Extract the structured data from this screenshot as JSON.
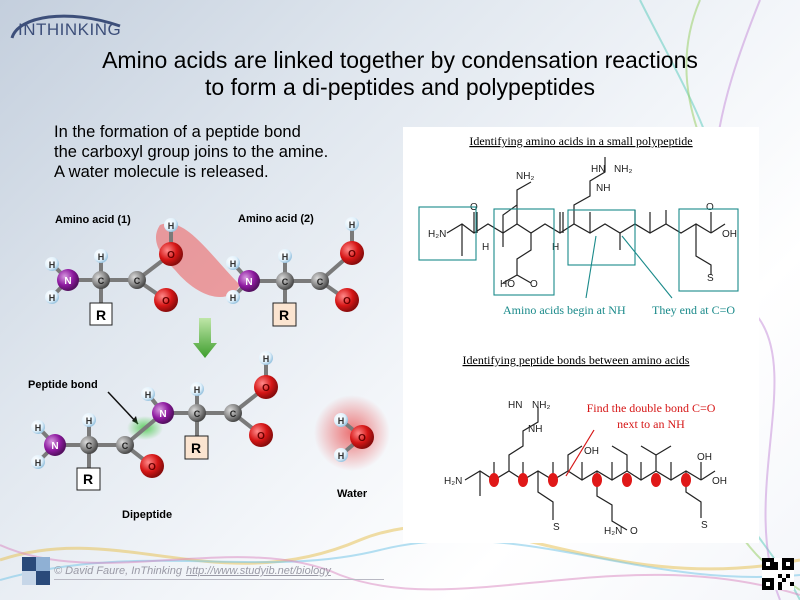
{
  "logo": {
    "text": "INTHINKING"
  },
  "title": {
    "line1": "Amino acids are linked together by condensation reactions",
    "line2": "to form a di-peptides and polypeptides"
  },
  "intro": {
    "line1": "In the formation of a peptide bond",
    "line2": "the carboxyl group joins to the amine.",
    "line3": "A water molecule is released."
  },
  "left_diagram": {
    "amino_acid_1": "Amino acid (1)",
    "amino_acid_2": "Amino acid (2)",
    "peptide_bond": "Peptide bond",
    "dipeptide": "Dipeptide",
    "water": "Water",
    "atom_h": "H",
    "atom_n": "N",
    "atom_c": "C",
    "atom_o": "O",
    "group_r": "R"
  },
  "right_panel": {
    "heading1": "Identifying amino acids in a small polypeptide",
    "label_begin": "Amino acids begin at NH",
    "label_end": "They end at C=O",
    "heading2": "Identifying peptide bonds between amino acids",
    "note_line1": "Find the double bond C=O",
    "note_line2": "next to an NH",
    "chem": {
      "nh2": "NH₂",
      "hn": "HN",
      "nh": "NH",
      "h2n": "H₂N",
      "h": "H",
      "n": "N",
      "o": "O",
      "oh": "OH",
      "hooc": "HO",
      "s": "S"
    }
  },
  "footer": {
    "credit": "© David Faure, InThinking",
    "url": "http://www.studyib.net/biology"
  },
  "colors": {
    "nitrogen": "#8e1aa0",
    "oxygen": "#d61616",
    "carbon": "#8a8a8a",
    "hydrogen": "#dff0fb",
    "teal": "#1a8a8a",
    "red_text": "#d61616"
  }
}
